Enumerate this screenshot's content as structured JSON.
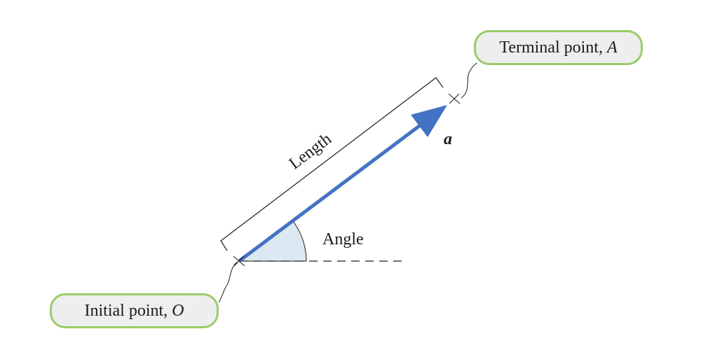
{
  "labels": {
    "terminal_point": {
      "text": "Terminal point,",
      "symbol": "A"
    },
    "initial_point": {
      "text": "Initial point,",
      "symbol": "O"
    },
    "length": "Length",
    "angle": "Angle",
    "vector": "a"
  },
  "colors": {
    "vector": "#4472c4",
    "callout_border": "#9bcb6a",
    "callout_fill": "#eeeeee",
    "angle_fill": "#dce8f2",
    "line": "#1a1a1a"
  }
}
